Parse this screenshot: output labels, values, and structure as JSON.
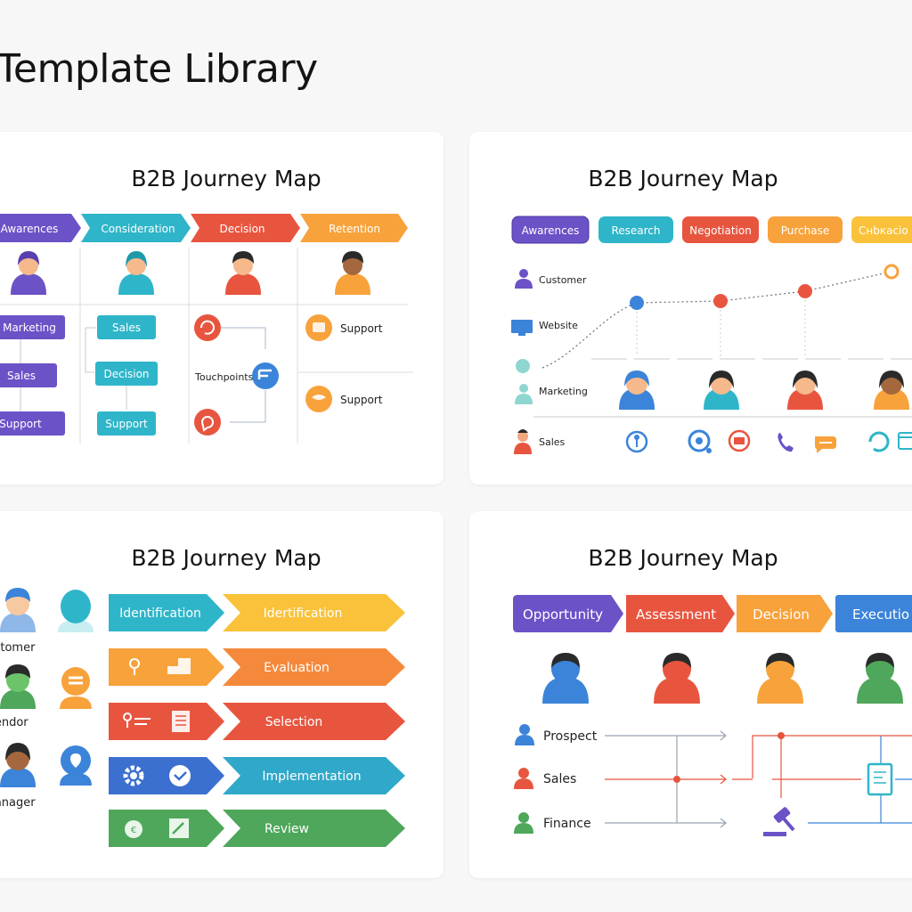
{
  "page_title": "Template Library",
  "colors": {
    "purple": "#6b52c7",
    "teal": "#2fb5c9",
    "red": "#e8553f",
    "orange": "#f8a23b",
    "yellow": "#f9c23a",
    "blue": "#3b84d9",
    "green": "#4ea75a",
    "background": "#f7f7f8",
    "card": "#ffffff"
  },
  "cards": [
    {
      "title": "B2B Journey Map",
      "stages": [
        "Awarences",
        "Consideration",
        "Decision",
        "Retention"
      ],
      "boxes": {
        "col1": [
          "Marketing",
          "Sales",
          "Support"
        ],
        "col2": [
          "Sales",
          "Decision",
          "Support"
        ],
        "touchpoints": "Touchpoints",
        "support_1": "Support",
        "support_2": "Support"
      },
      "icons": [
        "user-avatar-icon",
        "refresh-icon",
        "list-icon",
        "chat-icon",
        "headset-icon"
      ]
    },
    {
      "title": "B2B Journey Map",
      "stages": [
        "Awarences",
        "Research",
        "Negotiation",
        "Purchase",
        "Cнbкacio"
      ],
      "rows": [
        "Customer",
        "Website",
        "Marketing",
        "Sales"
      ],
      "icons": [
        "pin-icon",
        "search-icon",
        "video-icon",
        "phone-icon",
        "message-icon",
        "refresh-icon",
        "window-icon"
      ]
    },
    {
      "title": "B2B Journey Map",
      "personas": [
        "ıstomer",
        "Jendor",
        "Janager"
      ],
      "stages_left": [
        "Identification"
      ],
      "stages_right": [
        "Idertification",
        "Evaluation",
        "Selection",
        "Implementation",
        "Review"
      ],
      "icons": [
        "gear-icon",
        "check-circle-icon",
        "lightbulb-icon",
        "document-icon",
        "piano-icon",
        "pencil-icon"
      ]
    },
    {
      "title": "B2B Journey Map",
      "stages": [
        "Opportunity",
        "Assessment",
        "Decision",
        "Executio"
      ],
      "rows": [
        "Prospect",
        "Sales",
        "Finance"
      ],
      "icons": [
        "document-icon",
        "gavel-icon",
        "person-icon"
      ]
    }
  ]
}
